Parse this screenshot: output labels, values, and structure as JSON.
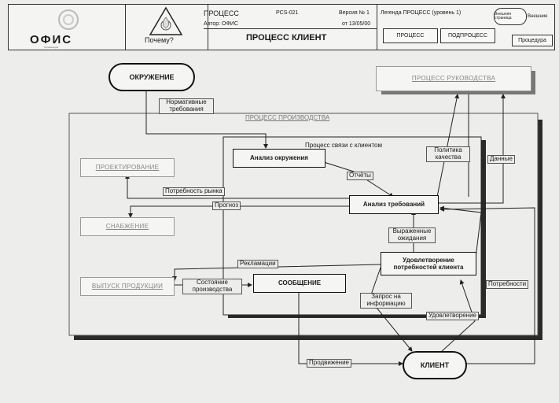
{
  "header": {
    "logo": "ОФИС",
    "logo_subtitle": "Организация",
    "why_label": "Почему?",
    "process_label": "ПРОЦЕСС",
    "process_code": "PCS-021",
    "version": "Версия № 1",
    "author": "Автор: ОФИС",
    "date": "от 13/05/00",
    "legend": "Легенда ПРОЦЕСС (уровень 1)",
    "external_page": "Внешняя страница",
    "external": "Внешние",
    "title": "ПРОЦЕСС КЛИЕНТ",
    "btn_process": "ПРОЦЕСС",
    "btn_subprocess": "ПОДПРОЦЕСС",
    "btn_procedure": "Процедура"
  },
  "diagram": {
    "env": "ОКРУЖЕНИЕ",
    "mgmt": "ПРОЦЕСС РУКОВОДСТВА",
    "prod": "ПРОЦЕСС ПРОИЗВОДСТВА",
    "client_link": "Процесс связи с клиентом",
    "design": "ПРОЕКТИРОВАНИЕ",
    "supply": "СНАБЖЕНИЕ",
    "output": "ВЫПУСК ПРОДУКЦИИ",
    "env_analysis": "Анализ окружения",
    "req_analysis": "Анализ требований",
    "satisfaction": "Удовлетворение потребностей клиента",
    "message": "СООБЩЕНИЕ",
    "client": "КЛИЕНТ",
    "l_norm": "Нормативные требования",
    "l_reports": "Отчёты",
    "l_policy": "Политика качества",
    "l_data": "Данные",
    "l_market": "Потребность рынка",
    "l_forecast": "Прогноз",
    "l_expected": "Выраженные ожидания",
    "l_complaints": "Рекламации",
    "l_state": "Состояние производства",
    "l_needs": "Потребности",
    "l_request": "Запрос на информацию",
    "l_satisf": "Удовлетворение",
    "l_promo": "Продвижение"
  }
}
